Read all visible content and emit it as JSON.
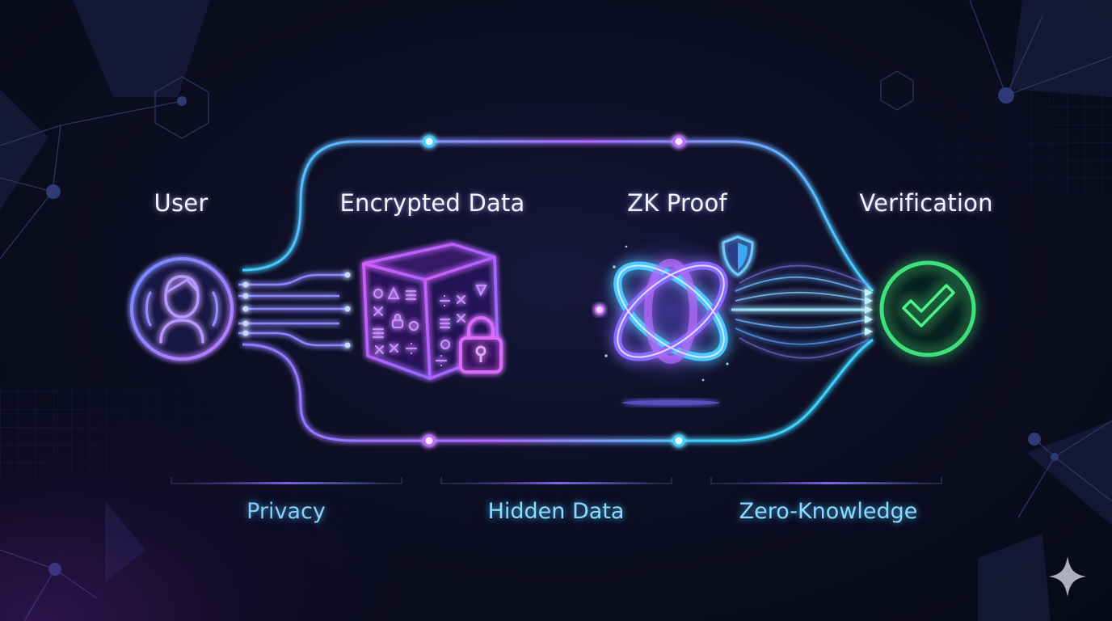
{
  "nodes": [
    {
      "id": "user",
      "label": "User",
      "icon": "user-icon",
      "color": "#b07bff"
    },
    {
      "id": "data",
      "label": "Encrypted Data",
      "icon": "encrypted-cube-icon",
      "color": "#b66cff"
    },
    {
      "id": "proof",
      "label": "ZK Proof",
      "icon": "zk-proof-knot-icon",
      "color": "#4fc8ff"
    },
    {
      "id": "verify",
      "label": "Verification",
      "icon": "checkmark-icon",
      "color": "#3fe07a"
    }
  ],
  "captions": [
    {
      "label": "Privacy"
    },
    {
      "label": "Hidden Data"
    },
    {
      "label": "Zero-Knowledge"
    }
  ],
  "colors": {
    "cyan": "#3fd2ff",
    "violet": "#a66bff",
    "green": "#3fe07a",
    "background": "#0b0c1a"
  }
}
